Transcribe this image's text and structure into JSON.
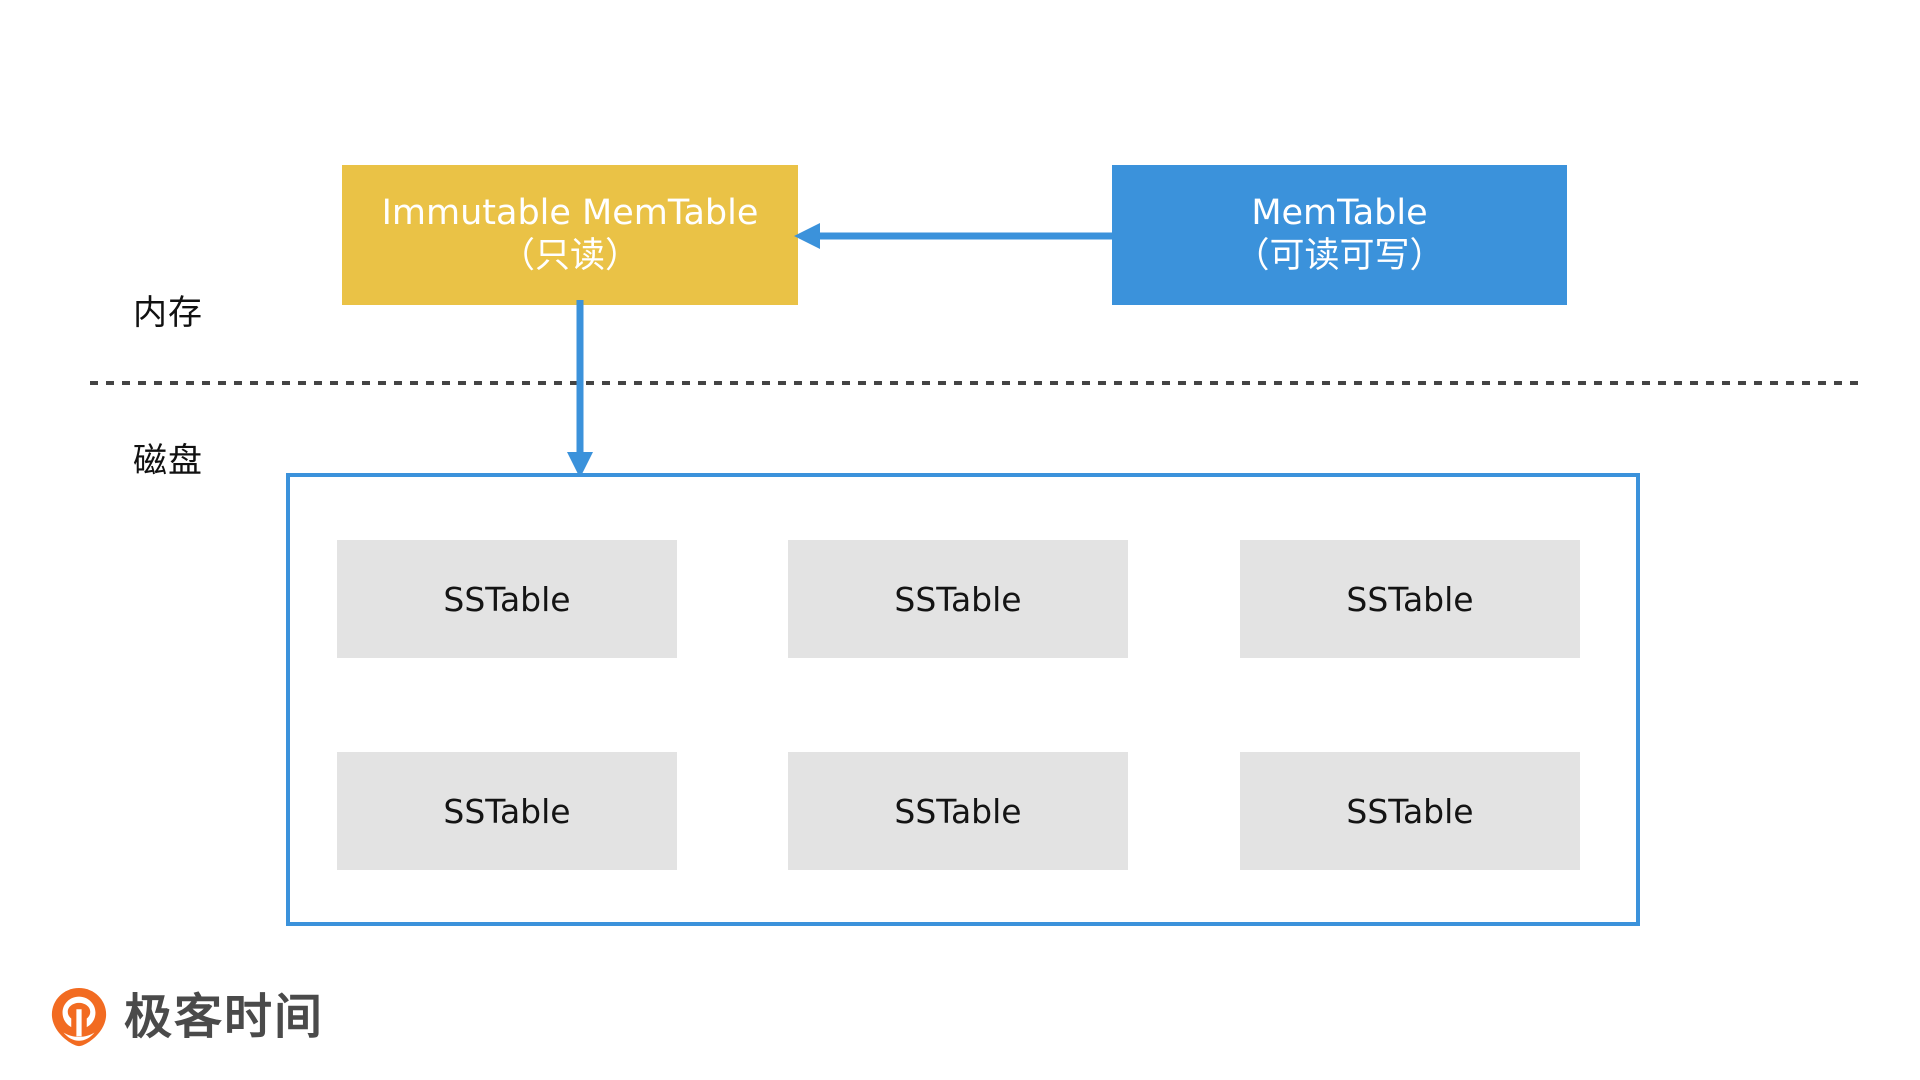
{
  "diagram": {
    "title": "LSM-Tree MemTable and SSTable flush diagram",
    "colors": {
      "immutable_memtable_fill": "#eac246",
      "memtable_fill": "#3b92db",
      "arrow": "#3b92db",
      "disk_border": "#3b92db",
      "sstable_fill": "#e3e3e3",
      "separator": "#444444",
      "logo_orange": "#f26b21",
      "logo_text": "#4a4a4a"
    },
    "tiers": {
      "memory_label": "内存",
      "disk_label": "磁盘"
    },
    "nodes": [
      {
        "id": "immutable-memtable",
        "line1": "Immutable MemTable",
        "line2": "（只读）"
      },
      {
        "id": "memtable",
        "line1": "MemTable",
        "line2": "（可读可写）"
      }
    ],
    "arrows": [
      {
        "id": "memtable-to-immutable",
        "from": "memtable",
        "to": "immutable-memtable",
        "direction": "left",
        "label": ""
      },
      {
        "id": "immutable-to-disk",
        "from": "immutable-memtable",
        "to": "disk-container",
        "direction": "down",
        "label": ""
      }
    ],
    "disk": {
      "sstables": [
        {
          "label": "SSTable"
        },
        {
          "label": "SSTable"
        },
        {
          "label": "SSTable"
        },
        {
          "label": "SSTable"
        },
        {
          "label": "SSTable"
        },
        {
          "label": "SSTable"
        }
      ]
    },
    "logo": {
      "text": "极客时间",
      "mark": "geektime-logo-icon"
    }
  }
}
